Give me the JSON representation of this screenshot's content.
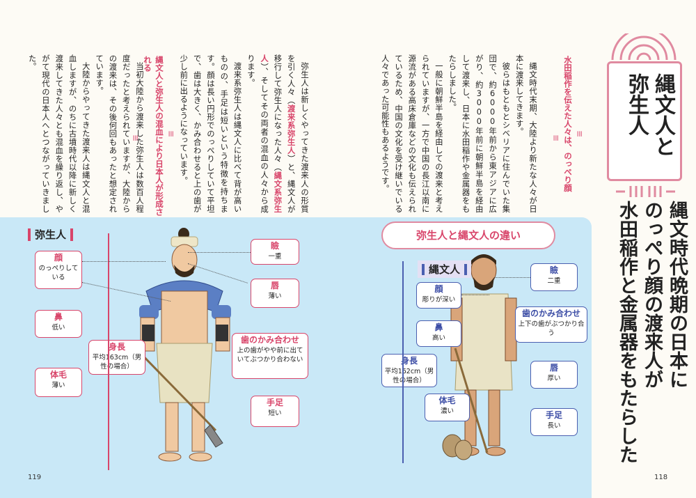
{
  "right_page": {
    "chapter_title": "縄文人と弥生人",
    "headline_line1": "縄文時代晩期の日本に",
    "headline_line2": "のっぺり顔の渡来人が",
    "headline_line3": "水田稲作と金属器をもたらした",
    "subheading": "水田稲作を伝えた人々は、のっぺり顔",
    "para1": "縄文時代末期、大陸より新たな人々が日本に渡来してきます。",
    "para2": "彼らはもともとシベリアに住んでいた集団で、約6000年前から東アジアに広がり、約3000年前に朝鮮半島を経由して渡来し、日本に水田稲作や金属器をもたらしました。",
    "para3": "一般に朝鮮半島を経由しての渡来と考えられていますが、一方で中国の長江以南に源流がある高床倉庫などの文化も伝えられているため、中国の文化を受け継いでいる人々であった可能性もあるようです。",
    "page_number": "118"
  },
  "left_page": {
    "para1_a": "弥生人は新しくやってきた渡来人の形質を引く人々（",
    "para1_b": "渡来系弥生人",
    "para1_c": "）と、縄文人が移行して弥生人になった人々（",
    "para1_d": "縄文系弥生人",
    "para1_e": "）、そしてその両者の混血の人々から成ります。",
    "para2": "渡来系弥生人は縄文人に比べて背が高いものの、手足は短いという特徴を持ちます。顔は長い円形でのっぺりしていて平坦で、歯は大きく、かみ合わせると上の歯が少し前に出るようになっています。",
    "subheading": "縄文人と弥生人の混血により日本人が形成される",
    "para3": "当初大陸から渡来した弥生人は数百人程度だったと考えられていますが、大陸からの渡来は、その後何回もあったと想定されています。",
    "para4": "大陸からやってきた渡来人は縄文人と混血しますが、のちに古墳時代以降に新しく渡来してきた人々とも混血を繰り返し、やがて現代の日本人へとつながっていきました。",
    "page_number": "119"
  },
  "yayoi": {
    "tag": "弥生人",
    "face_title": "顔",
    "face_text": "のっぺりしている",
    "nose_title": "鼻",
    "nose_text": "低い",
    "height_title": "身長",
    "height_text": "平均163cm（男性の場合）",
    "hair_title": "体毛",
    "hair_text": "薄い",
    "eyelid_title": "瞼",
    "eyelid_text": "一重",
    "lips_title": "唇",
    "lips_text": "薄い",
    "bite_title": "歯のかみ合わせ",
    "bite_text": "上の歯がやや前に出ていてぶつかり合わない",
    "limbs_title": "手足",
    "limbs_text": "短い"
  },
  "jomon": {
    "banner": "弥生人と縄文人の違い",
    "tag": "縄文人",
    "face_title": "顔",
    "face_text": "彫りが深い",
    "nose_title": "鼻",
    "nose_text": "高い",
    "height_title": "身長",
    "height_text": "平均162cm（男性の場合）",
    "hair_title": "体毛",
    "hair_text": "濃い",
    "eyelid_title": "瞼",
    "eyelid_text": "二重",
    "bite_title": "歯のかみ合わせ",
    "bite_text": "上下の歯がぶつかり合う",
    "lips_title": "唇",
    "lips_text": "厚い",
    "limbs_title": "手足",
    "limbs_text": "長い"
  },
  "colors": {
    "accent": "#d8456a",
    "jomon_accent": "#3d4ea6",
    "panel": "#c9e8f7"
  }
}
